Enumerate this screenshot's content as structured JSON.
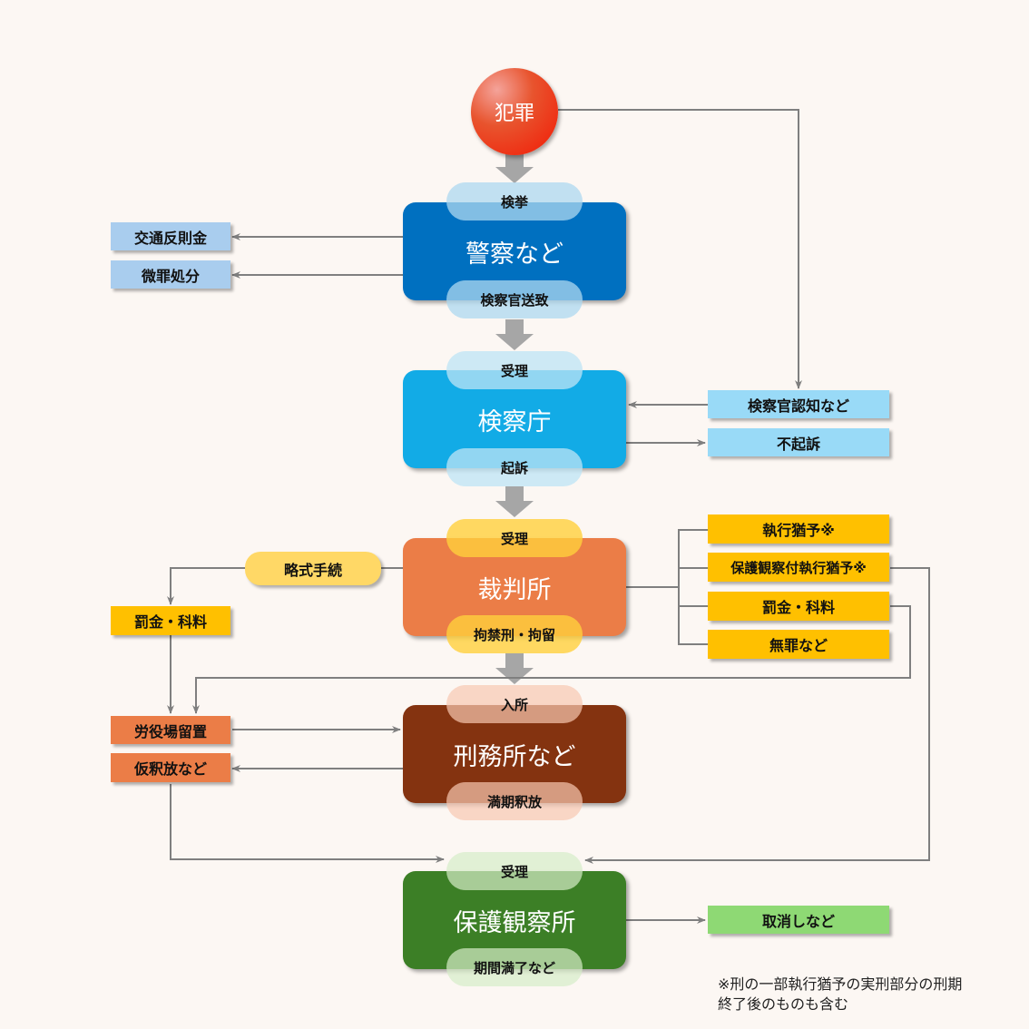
{
  "start": {
    "label": "犯罪"
  },
  "stages": [
    {
      "id": "police",
      "label": "警察など",
      "in": "検挙",
      "out": "検察官送致",
      "color": "#0070c0",
      "pill_color": "rgba(173,216,240,0.75)"
    },
    {
      "id": "prosecutor",
      "label": "検察庁",
      "in": "受理",
      "out": "起訴",
      "color": "#12abe6",
      "pill_color": "rgba(190,228,246,0.75)"
    },
    {
      "id": "court",
      "label": "裁判所",
      "in": "受理",
      "out": "拘禁刑・拘留",
      "color": "#eb7d47",
      "pill_color": "rgba(255,213,91,0.8)"
    },
    {
      "id": "prison",
      "label": "刑務所など",
      "in": "入所",
      "out": "満期釈放",
      "color": "#843310",
      "pill_color": "rgba(248,200,176,0.75)"
    },
    {
      "id": "probation",
      "label": "保護観察所",
      "in": "受理",
      "out": "期間満了など",
      "color": "#3c7f26",
      "pill_color": "rgba(214,237,200,0.75)"
    }
  ],
  "side_boxes": {
    "traffic_fine": "交通反則金",
    "minor_offense": "微罪処分",
    "prosecutor_recognition": "検察官認知など",
    "non_prosecution": "不起訴",
    "suspended_sentence": "執行猶予※",
    "probation_suspended": "保護観察付執行猶予※",
    "fine_court": "罰金・科料",
    "not_guilty": "無罪など",
    "summary_procedure": "略式手続",
    "fine_summary": "罰金・科料",
    "workhouse": "労役場留置",
    "parole": "仮釈放など",
    "revocation": "取消しなど"
  },
  "footnote": {
    "line1": "※刑の一部執行猶予の実刑部分の刑期",
    "line2": "終了後のものも含む"
  },
  "colors": {
    "background": "#fcf7f3",
    "connector": "#7f7f7f",
    "flow_arrow": "#a6a6a6",
    "light_blue": "#a9cdee",
    "sky_blue": "#99daf7",
    "amber": "#ffc000",
    "orange": "#eb7d47",
    "green": "#8ed974",
    "yellow_pill": "#ffd866"
  }
}
